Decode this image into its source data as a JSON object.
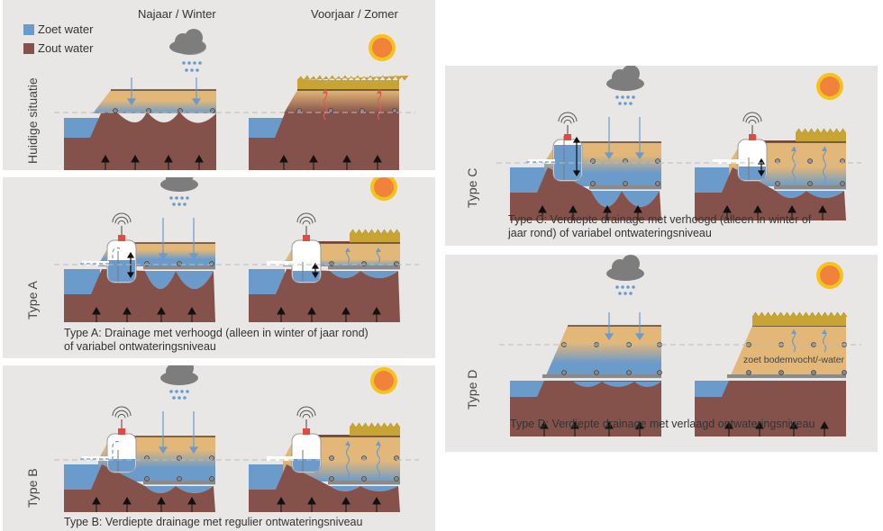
{
  "headers": {
    "left": "Najaar / Winter",
    "right": "Voorjaar / Zomer"
  },
  "legend": [
    {
      "label": "Zoet water",
      "color": "#6b9bcb"
    },
    {
      "label": "Zout water",
      "color": "#84524a"
    }
  ],
  "colors": {
    "fresh_water": "#6b9bcb",
    "salt_water": "#84524a",
    "sand": "#e3b777",
    "grass": "#c8a434",
    "sun": "#f0823c",
    "sun_rays": "#f6c21c",
    "cloud": "#7d7d7d",
    "sensor": "#e04a44",
    "evaporation_arrow": "#e05a4e",
    "panel_bg": "#e8e7e5"
  },
  "panels": [
    {
      "id": "huidig",
      "side_label": "Huidige situatie",
      "caption": ""
    },
    {
      "id": "type-a",
      "side_label": "Type A",
      "caption_lines": [
        "Type A: Drainage met verhoogd (alleen in winter of jaar rond)",
        "of variabel ontwateringsniveau"
      ]
    },
    {
      "id": "type-b",
      "side_label": "Type B",
      "caption_lines": [
        "Type B: Verdiepte drainage met regulier ontwateringsniveau"
      ]
    },
    {
      "id": "type-c",
      "side_label": "Type C",
      "caption_lines": [
        "Type C: Verdiepte drainage met verhoogd (alleen in winter of",
        "jaar rond) of variabel ontwateringsniveau"
      ]
    },
    {
      "id": "type-d",
      "side_label": "Type D",
      "caption_lines": [
        "Type D: Verdiepte drainage met verlaagd ontwateringsniveau"
      ],
      "annotation": "zoet bodemvocht/-water"
    }
  ]
}
